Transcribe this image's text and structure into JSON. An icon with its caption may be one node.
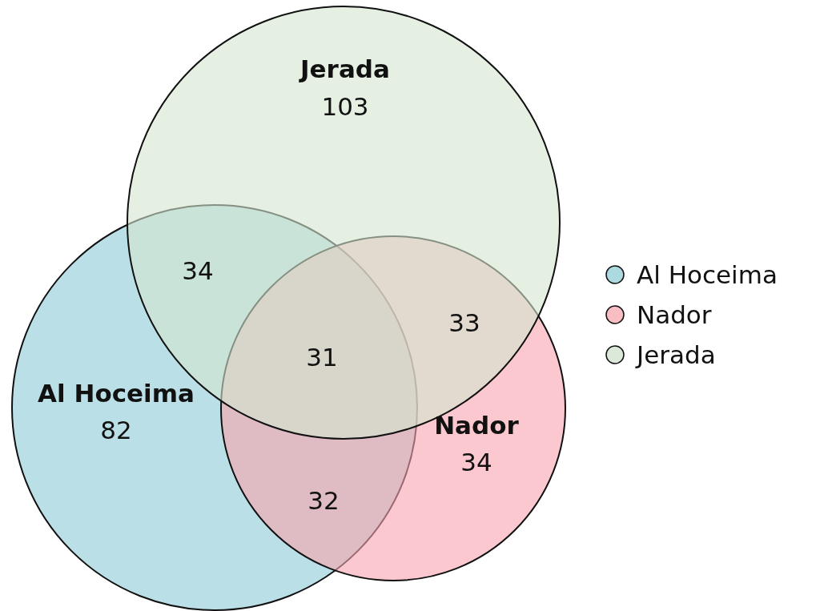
{
  "diagram": {
    "nodes": [
      {
        "text": [
          "Jerada",
          "103"
        ]
      },
      {
        "text": [
          "Al Hoceima",
          "82"
        ]
      },
      {
        "text": [
          "Nador",
          "34"
        ]
      }
    ],
    "labels": [
      "34",
      "33",
      "31",
      "32"
    ],
    "legend": [
      {
        "text": "Al Hoceima",
        "color": "#add9e1"
      },
      {
        "text": "Nador",
        "color": "#f9bdc4"
      },
      {
        "text": "Jerada",
        "color": "#dce9da"
      }
    ]
  }
}
